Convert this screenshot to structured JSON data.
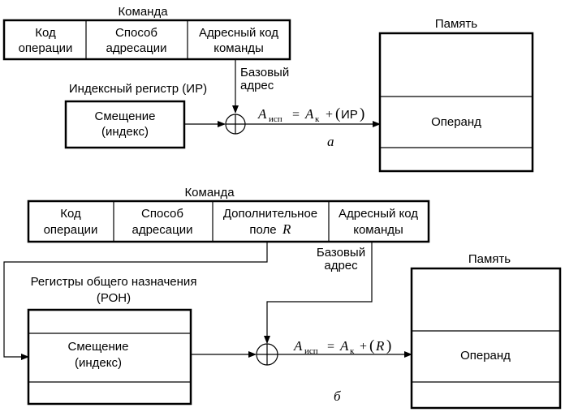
{
  "diagram_a": {
    "command_title": "Команда",
    "fields": [
      [
        "Код",
        "операции"
      ],
      [
        "Способ",
        "адресации"
      ],
      [
        "Адресный код",
        "команды"
      ]
    ],
    "base_addr": [
      "Базовый",
      "адрес"
    ],
    "index_reg_title": "Индексный регистр (ИР)",
    "offset": [
      "Смещение",
      "(индекс)"
    ],
    "formula": {
      "A": "A",
      "sub_exec": "исп",
      "eq": "=",
      "sub_k": "к",
      "plus": "+",
      "reg": "ИР"
    },
    "label": "а",
    "memory_title": "Память",
    "operand": "Операнд"
  },
  "diagram_b": {
    "command_title": "Команда",
    "fields": [
      [
        "Код",
        "операции"
      ],
      [
        "Способ",
        "адресации"
      ],
      [
        "Дополнительное",
        "поле"
      ],
      [
        "Адресный код",
        "команды"
      ]
    ],
    "field_r": "R",
    "base_addr": [
      "Базовый",
      "адрес"
    ],
    "reg_title": [
      "Регистры общего назначения",
      "(РОН)"
    ],
    "offset": [
      "Смещение",
      "(индекс)"
    ],
    "formula": {
      "A": "A",
      "sub_exec": "исп",
      "eq": "=",
      "sub_k": "к",
      "plus": "+",
      "reg": "R"
    },
    "label": "б",
    "memory_title": "Память",
    "operand": "Операнд"
  }
}
